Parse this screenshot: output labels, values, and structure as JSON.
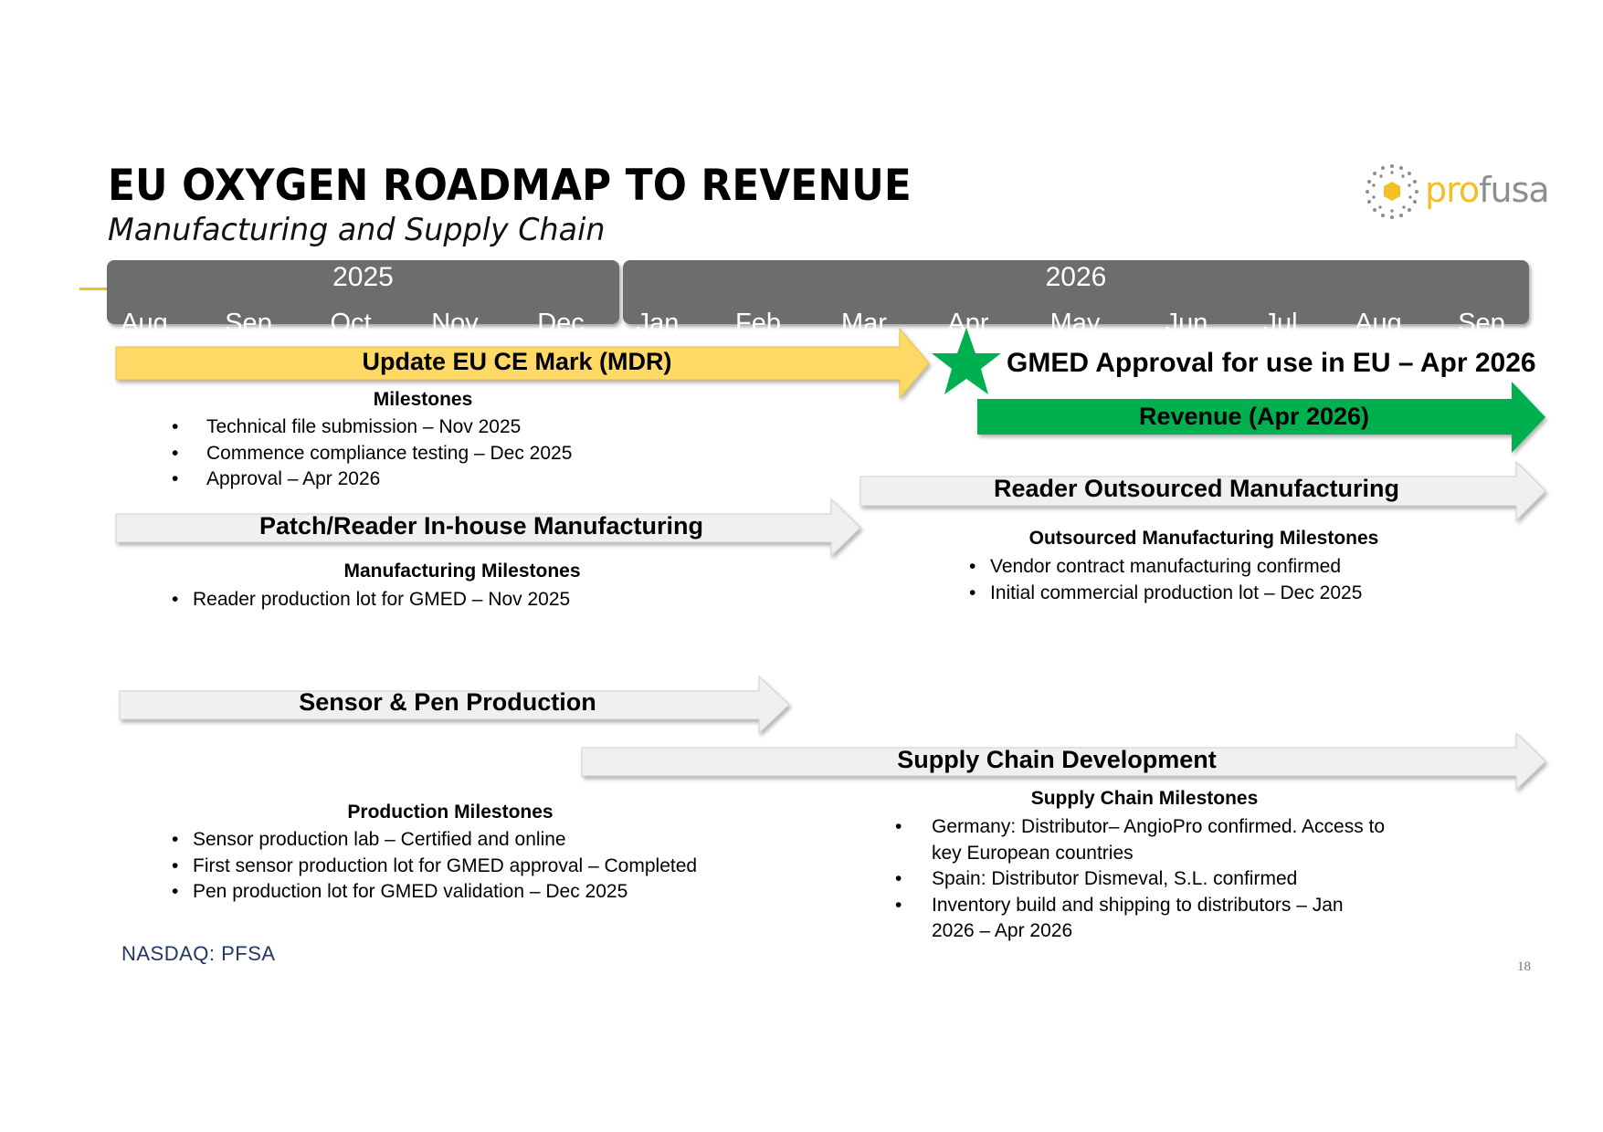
{
  "header": {
    "title": "EU OXYGEN ROADMAP TO REVENUE",
    "subtitle": "Manufacturing and Supply Chain"
  },
  "logo": {
    "text_part1": "pro",
    "text_part2": "fusa",
    "icon": "hexagon-dots-icon"
  },
  "timeline": {
    "years": [
      "2025",
      "2026"
    ],
    "months": [
      "Aug",
      "Sep",
      "Oct",
      "Nov",
      "Dec",
      "Jan",
      "Feb",
      "Mar",
      "Apr",
      "May",
      "Jun",
      "Jul",
      "Aug",
      "Sep"
    ]
  },
  "bars": {
    "update_ce": "Update EU CE Mark (MDR)",
    "revenue": "Revenue (Apr 2026)",
    "reader_outsourced": "Reader Outsourced Manufacturing",
    "inhouse": "Patch/Reader In-house Manufacturing",
    "sensor_pen": "Sensor & Pen Production",
    "supply_chain": "Supply Chain Development"
  },
  "gmed_approval": {
    "icon": "star-icon",
    "text": "GMED Approval for use in EU – Apr 2026"
  },
  "milestones": {
    "ce": {
      "heading": "Milestones",
      "items": [
        "Technical file submission – Nov 2025",
        "Commence compliance testing – Dec 2025",
        "Approval – Apr 2026"
      ]
    },
    "manufacturing": {
      "heading": "Manufacturing Milestones",
      "items": [
        "Reader production lot for GMED – Nov 2025"
      ]
    },
    "outsourced": {
      "heading": "Outsourced Manufacturing Milestones",
      "items": [
        "Vendor contract manufacturing confirmed",
        "Initial commercial production lot – Dec 2025"
      ]
    },
    "production": {
      "heading": "Production Milestones",
      "items": [
        "Sensor production lab  – Certified and online",
        "First sensor production lot for GMED approval  – Completed",
        "Pen production lot for GMED validation – Dec 2025"
      ]
    },
    "supply": {
      "heading": "Supply Chain Milestones",
      "items": [
        "Germany: Distributor– AngioPro confirmed. Access to key European countries",
        "Spain: Distributor Dismeval, S.L. confirmed",
        "Inventory build and shipping to distributors – Jan 2026 – Apr 2026"
      ]
    }
  },
  "footer": {
    "ticker": "NASDAQ: PFSA",
    "page_number": "18"
  },
  "colors": {
    "accent_yellow": "#ffd966",
    "green": "#00b050",
    "gray_bar": "#6d6d6d",
    "arrow_fill": "#f0f0f0",
    "ticker": "#1f3864"
  }
}
